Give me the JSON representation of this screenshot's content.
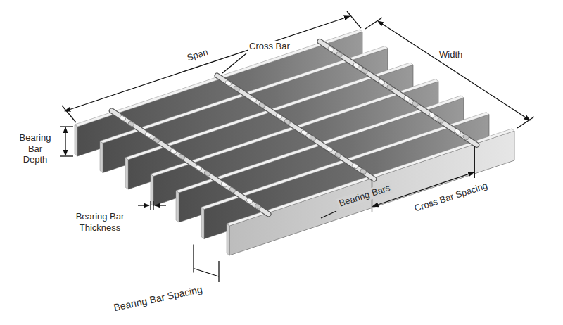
{
  "diagram": {
    "labels": [
      "Span",
      "Cross Bar",
      "Width",
      "Bearing Bar Depth",
      "Bearing Bar Thickness",
      "Bearing Bars",
      "Cross Bar Spacing",
      "Bearing Bar Spacing"
    ]
  }
}
